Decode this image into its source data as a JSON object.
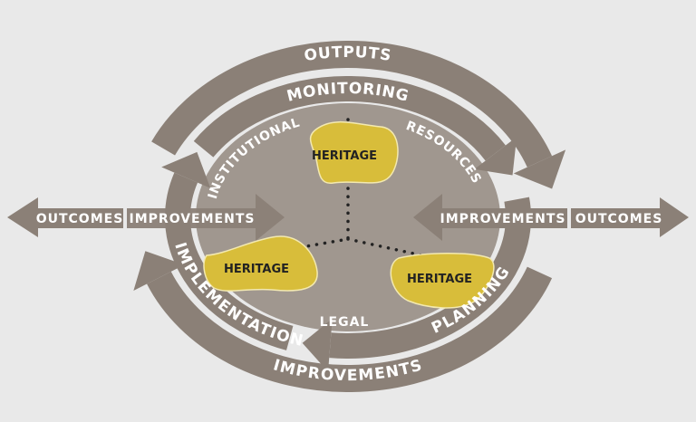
{
  "colors": {
    "background": "#e9e9e9",
    "ring": "#8b8077",
    "disc": "#a0978f",
    "heritage": "#d8bd3a"
  },
  "outer": {
    "top": "OUTPUTS",
    "bottom": "IMPROVEMENTS"
  },
  "middle": {
    "top": "MONITORING",
    "left": "IMPLEMENTATION",
    "right": "PLANNING"
  },
  "inner": {
    "left": "INSTITUTIONAL",
    "right": "RESOURCES",
    "bottom": "LEGAL"
  },
  "heritage": {
    "top": "HERITAGE",
    "left": "HERITAGE",
    "right": "HERITAGE"
  },
  "side_left": {
    "outcomes": "OUTCOMES",
    "improvements": "IMPROVEMENTS"
  },
  "side_right": {
    "improvements": "IMPROVEMENTS",
    "outcomes": "OUTCOMES"
  }
}
